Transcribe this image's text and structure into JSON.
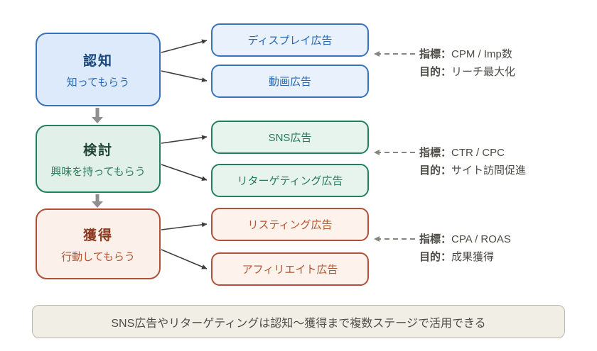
{
  "diagram_title": "advertising-funnel-diagram",
  "stages": [
    {
      "title": "認知",
      "subtitle": "知ってもらう",
      "ads": [
        "ディスプレイ広告",
        "動画広告"
      ],
      "metric_label": "指標：",
      "metric_value": "CPM / Imp数",
      "goal_label": "目的：",
      "goal_value": "リーチ最大化",
      "accent": "#3a72b9",
      "fill": "#dceafb"
    },
    {
      "title": "検討",
      "subtitle": "興味を持ってもらう",
      "ads": [
        "SNS広告",
        "リターゲティング広告"
      ],
      "metric_label": "指標：",
      "metric_value": "CTR / CPC",
      "goal_label": "目的：",
      "goal_value": "サイト訪問促進",
      "accent": "#23805f",
      "fill": "#e2f0ea"
    },
    {
      "title": "獲得",
      "subtitle": "行動してもらう",
      "ads": [
        "リスティング広告",
        "アフィリエイト広告"
      ],
      "metric_label": "指標：",
      "metric_value": "CPA / ROAS",
      "goal_label": "目的：",
      "goal_value": "成果獲得",
      "accent": "#b1503a",
      "fill": "#fcf0ea"
    }
  ],
  "note": "SNS広告やリターゲティングは認知〜獲得まで複数ステージで活用できる",
  "colors": {
    "background": "#ffffff",
    "connector_line": "#3d3d3b",
    "flow_arrow": "#8f8f8f",
    "dash_arrow": "#87857f",
    "annotation_text": "#4c4a45",
    "note_fill": "#f1eee5",
    "note_border": "#bcb8aa"
  }
}
